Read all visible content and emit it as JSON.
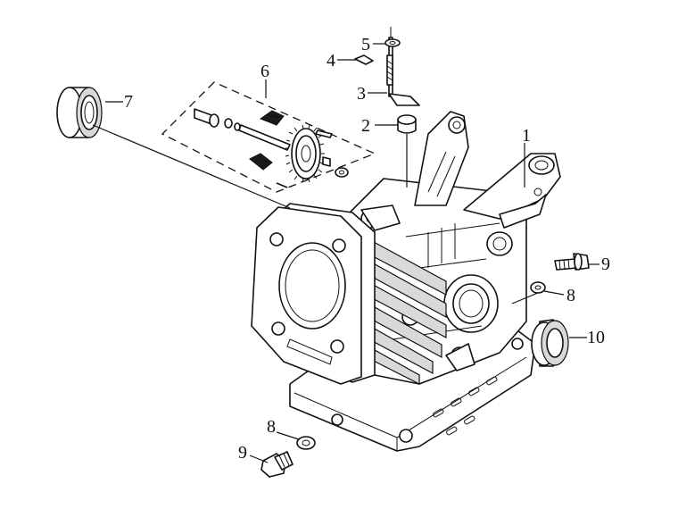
{
  "diagram": {
    "callouts": [
      {
        "id": "c1",
        "text": "1"
      },
      {
        "id": "c2",
        "text": "2"
      },
      {
        "id": "c3",
        "text": "3"
      },
      {
        "id": "c4",
        "text": "4"
      },
      {
        "id": "c5",
        "text": "5"
      },
      {
        "id": "c6",
        "text": "6"
      },
      {
        "id": "c7",
        "text": "7"
      },
      {
        "id": "c8a",
        "text": "8"
      },
      {
        "id": "c8b",
        "text": "8"
      },
      {
        "id": "c9a",
        "text": "9"
      },
      {
        "id": "c9b",
        "text": "9"
      },
      {
        "id": "c10",
        "text": "10"
      }
    ]
  }
}
